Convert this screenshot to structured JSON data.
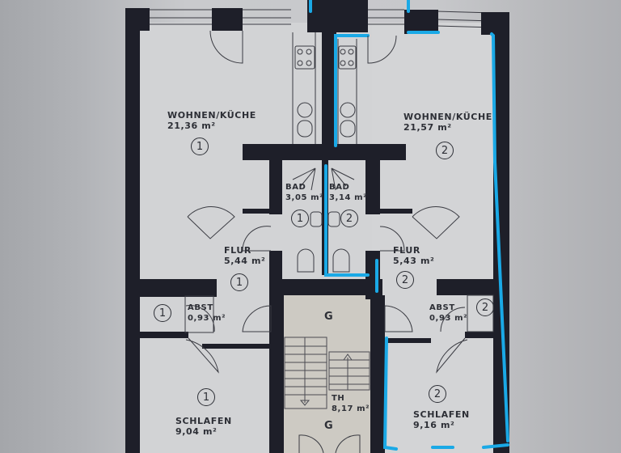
{
  "plan": {
    "title": "Floor plan – two apartments",
    "colors": {
      "wall": "#1e1f29",
      "floor": "#d4d5d6",
      "stair_floor": "#cfccc4",
      "highlight": "#1aa9e6",
      "text": "#2d2f36",
      "background": "#b9babd"
    },
    "rooms": [
      {
        "id": "wohnen1",
        "name": "WOHNEN/KÜCHE",
        "area": "21,36 m²",
        "unit": "1"
      },
      {
        "id": "wohnen2",
        "name": "WOHNEN/KÜCHE",
        "area": "21,57 m²",
        "unit": "2"
      },
      {
        "id": "bad1",
        "name": "BAD",
        "area": "3,05 m²",
        "unit": "1"
      },
      {
        "id": "bad2",
        "name": "BAD",
        "area": "3,14 m²",
        "unit": "2"
      },
      {
        "id": "flur1",
        "name": "FLUR",
        "area": "5,44 m²",
        "unit": "1"
      },
      {
        "id": "flur2",
        "name": "FLUR",
        "area": "5,43 m²",
        "unit": "2"
      },
      {
        "id": "abst1",
        "name": "ABST",
        "area": "0,93 m²",
        "unit": "1"
      },
      {
        "id": "abst2",
        "name": "ABST",
        "area": "0,93 m²",
        "unit": "2"
      },
      {
        "id": "schlafen1",
        "name": "SCHLAFEN",
        "area": "9,04 m²",
        "unit": "1"
      },
      {
        "id": "schlafen2",
        "name": "SCHLAFEN",
        "area": "9,16 m²",
        "unit": "2"
      },
      {
        "id": "th",
        "name": "TH",
        "area": "8,17 m²",
        "unit": ""
      }
    ],
    "common_labels": {
      "g_top": "G",
      "g_bottom": "G"
    }
  }
}
